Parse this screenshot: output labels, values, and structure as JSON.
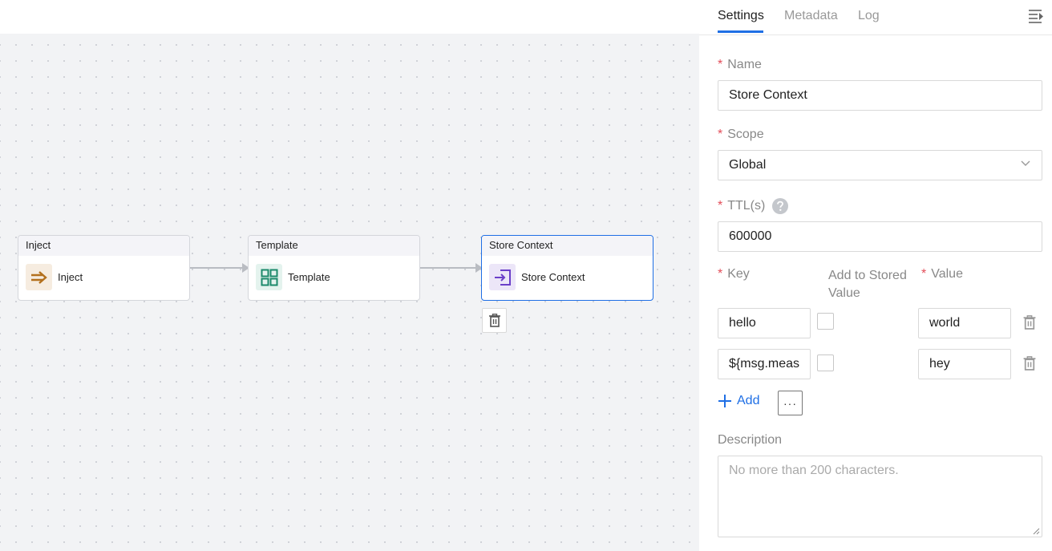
{
  "nodes": [
    {
      "id": "inject",
      "header": "Inject",
      "label": "Inject",
      "icon": "arrow-right-icon",
      "color": "#b3701d",
      "icon_bg": "#f6ece0"
    },
    {
      "id": "template",
      "header": "Template",
      "label": "Template",
      "icon": "grid-icon",
      "color": "#1b8a6b",
      "icon_bg": "#e4f3ee"
    },
    {
      "id": "store",
      "header": "Store Context",
      "label": "Store Context",
      "icon": "login-box-icon",
      "color": "#6b3fc9",
      "icon_bg": "#ece6f8",
      "selected": true
    }
  ],
  "panel": {
    "tabs": [
      "Settings",
      "Metadata",
      "Log"
    ],
    "active_tab": "Settings",
    "required_mark": "*",
    "name": {
      "label": "Name",
      "value": "Store Context"
    },
    "scope": {
      "label": "Scope",
      "value": "Global"
    },
    "ttl": {
      "label": "TTL(s)",
      "value": "600000"
    },
    "table": {
      "col_key": "Key",
      "col_add": "Add to Stored Value",
      "col_value": "Value",
      "rows": [
        {
          "key": "hello",
          "checked": false,
          "value": "world"
        },
        {
          "key": "${msg.meas",
          "checked": false,
          "value": "hey"
        }
      ]
    },
    "add_label": "Add",
    "more_label": "···",
    "description": {
      "label": "Description",
      "placeholder": "No more than 200 characters."
    }
  },
  "colors": {
    "accent": "#1f6fe5",
    "required": "#e34d59"
  }
}
